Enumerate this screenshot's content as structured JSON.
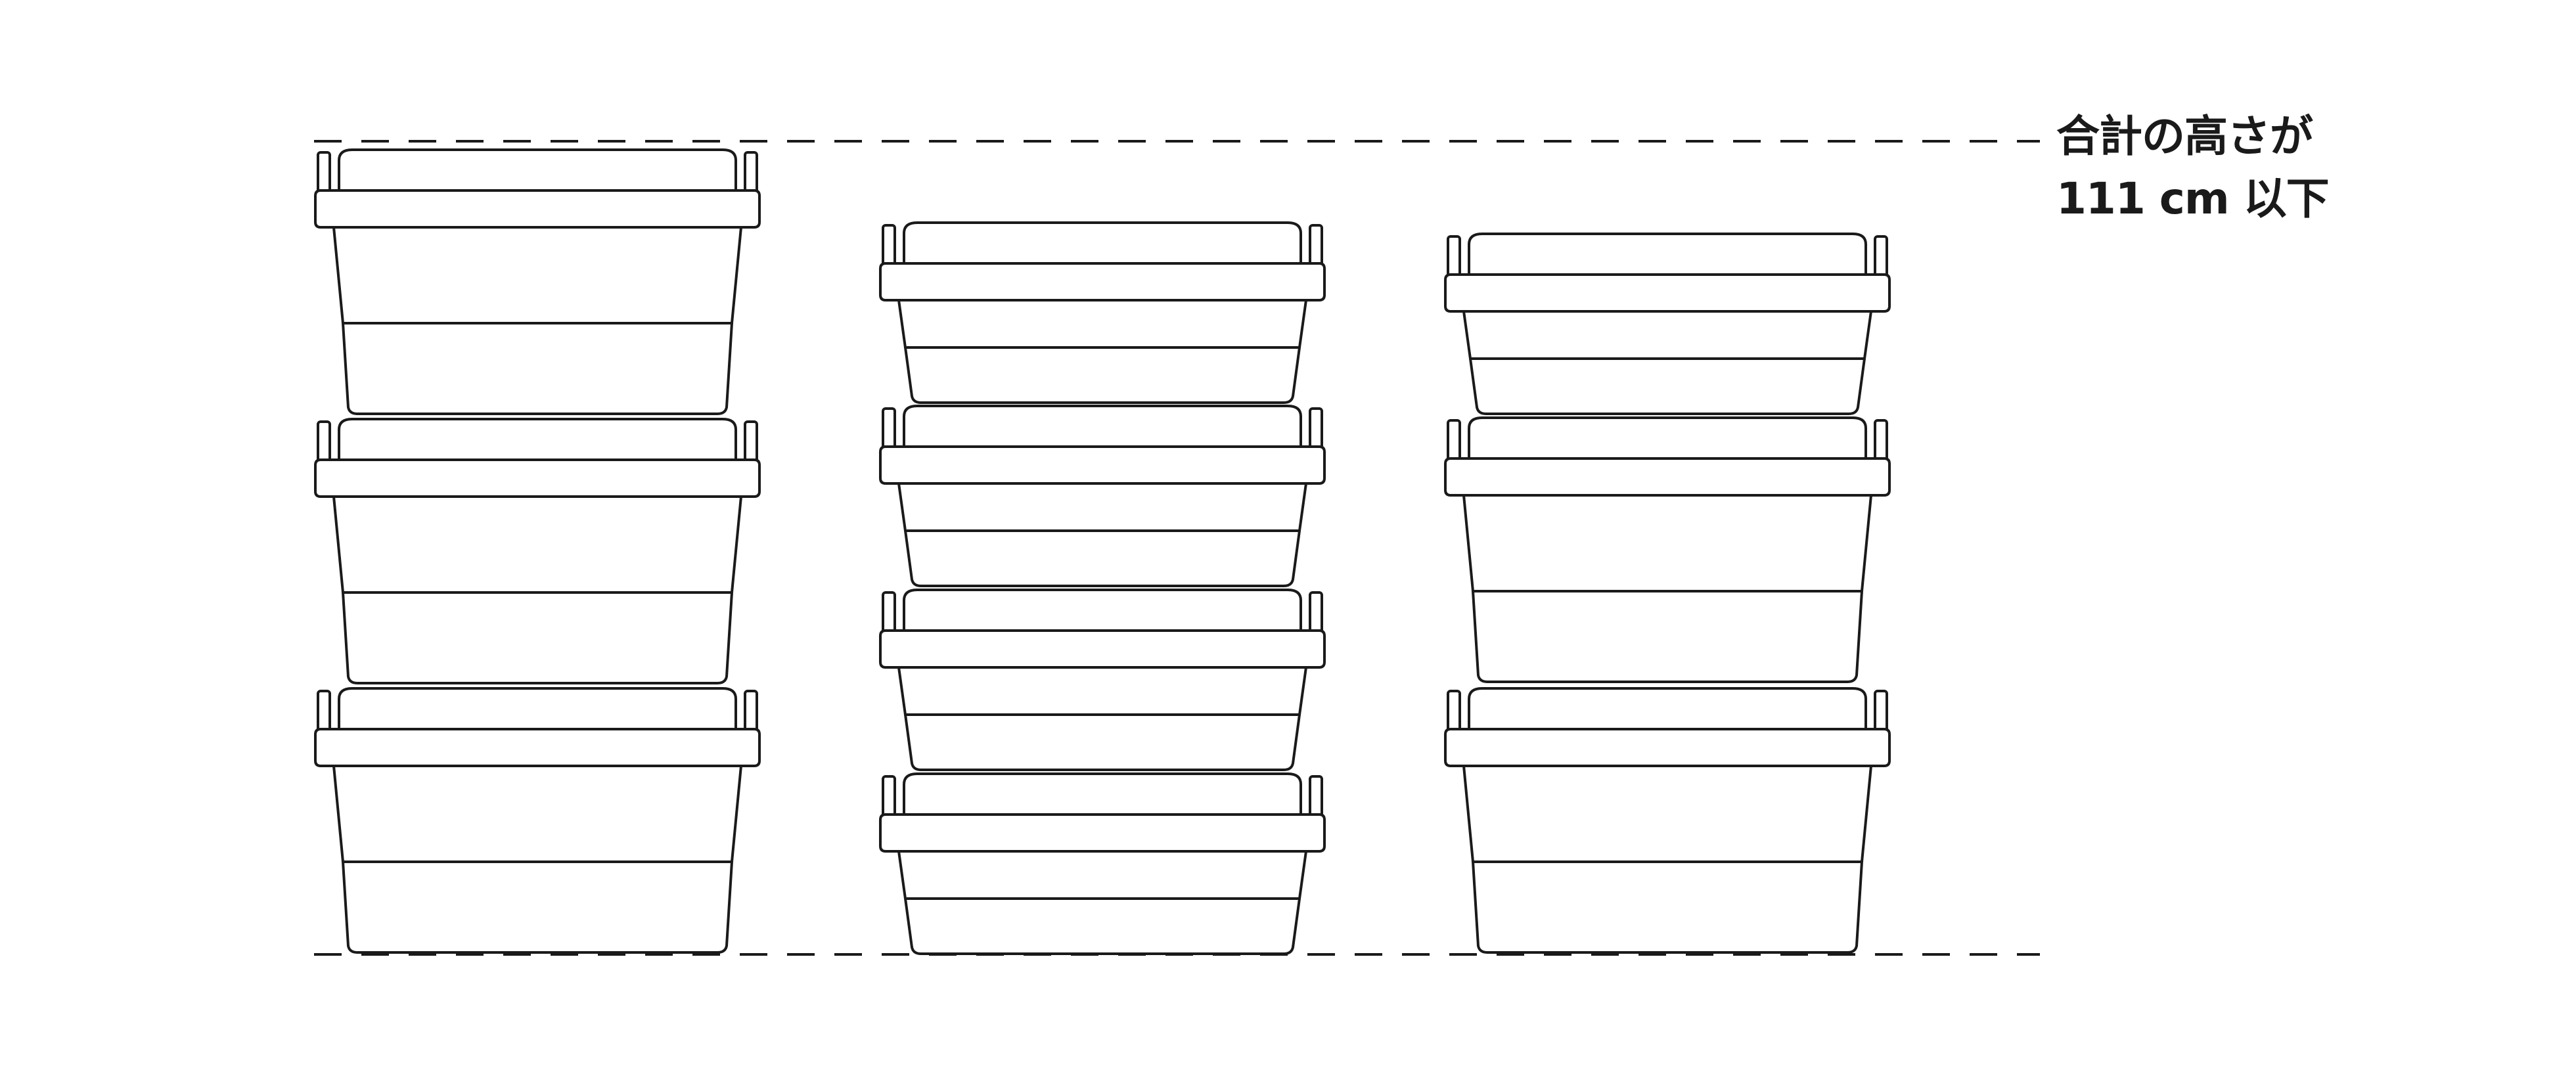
{
  "note": {
    "line1": "合計の高さが",
    "line2": "111 cm 以下"
  },
  "colors": {
    "stroke": "#1a1a1a",
    "background": "#ffffff"
  },
  "stacks": [
    {
      "name": "stack-left",
      "box_count": 3,
      "box_size": "tall"
    },
    {
      "name": "stack-middle",
      "box_count": 4,
      "box_size": "short"
    },
    {
      "name": "stack-right",
      "box_count": 3,
      "box_size": "mixed"
    }
  ]
}
